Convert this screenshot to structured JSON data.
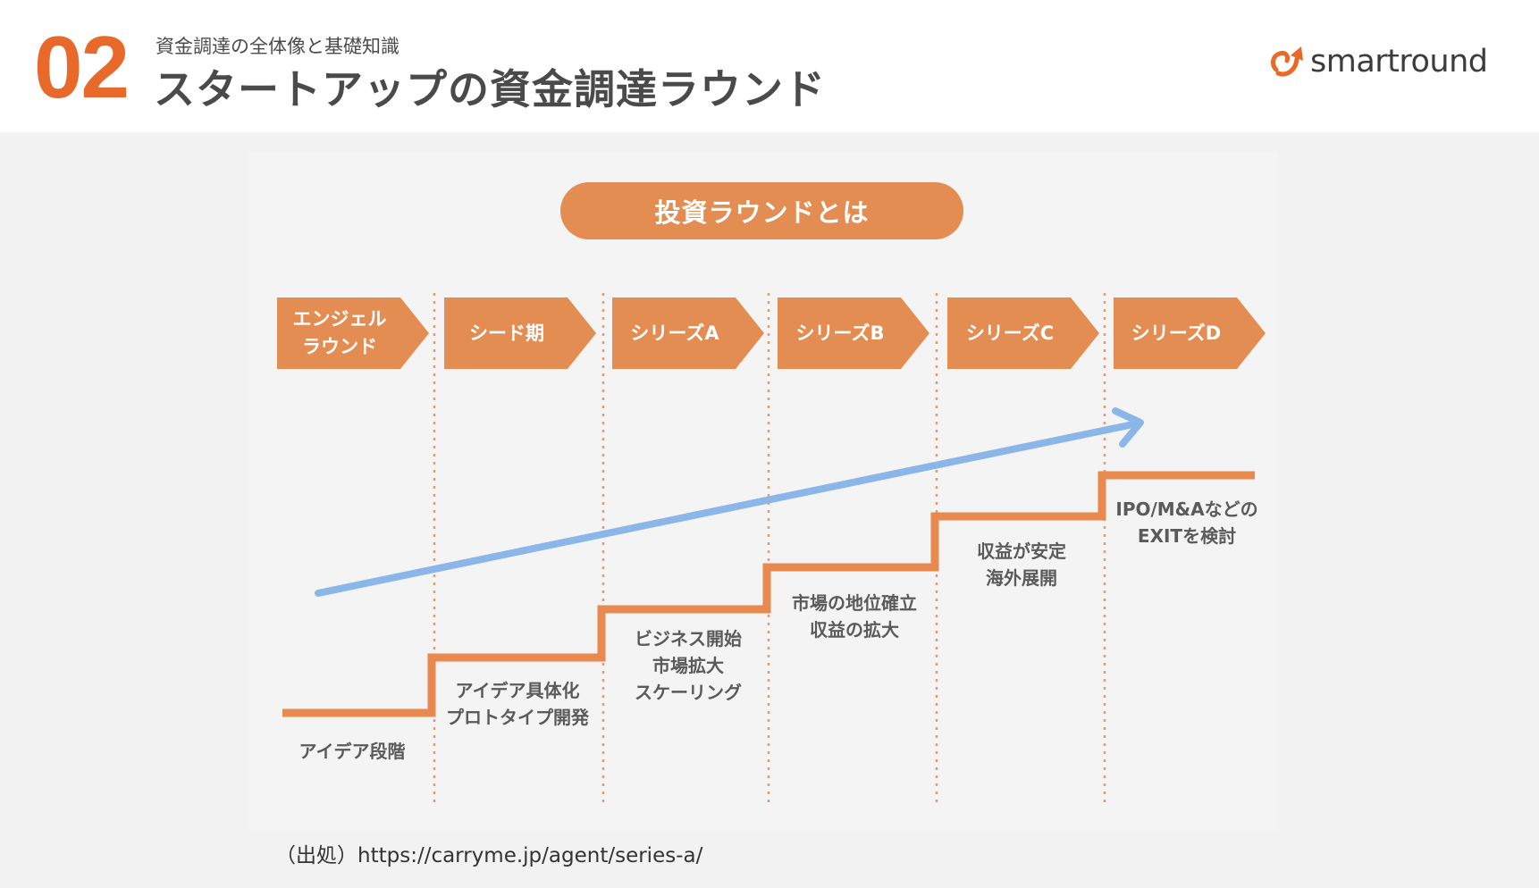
{
  "header": {
    "number": "02",
    "subtitle": "資金調達の全体像と基礎知識",
    "title": "スタートアップの資金調達ラウンド",
    "logo_text": "smartround",
    "logo_icon": "arrow-swirl-icon"
  },
  "diagram": {
    "heading": "投資ラウンドとは",
    "stages": [
      "エンジェル\nラウンド",
      "シード期",
      "シリーズA",
      "シリーズB",
      "シリーズC",
      "シリーズD"
    ],
    "descriptions": [
      "アイデア段階",
      "アイデア具体化\nプロトタイプ開発",
      "ビジネス開始\n市場拡大\nスケーリング",
      "市場の地位確立\n収益の拡大",
      "収益が安定\n海外展開",
      "IPO/M&Aなどの\nEXITを検討"
    ],
    "colors": {
      "accent": "#e8692a",
      "stage_fill": "#e38d52",
      "step_line": "#e8894f",
      "trend_arrow": "#8ab6e8",
      "divider": "#e89a6a"
    }
  },
  "footer": {
    "source": "（出処）https://carryme.jp/agent/series-a/"
  }
}
